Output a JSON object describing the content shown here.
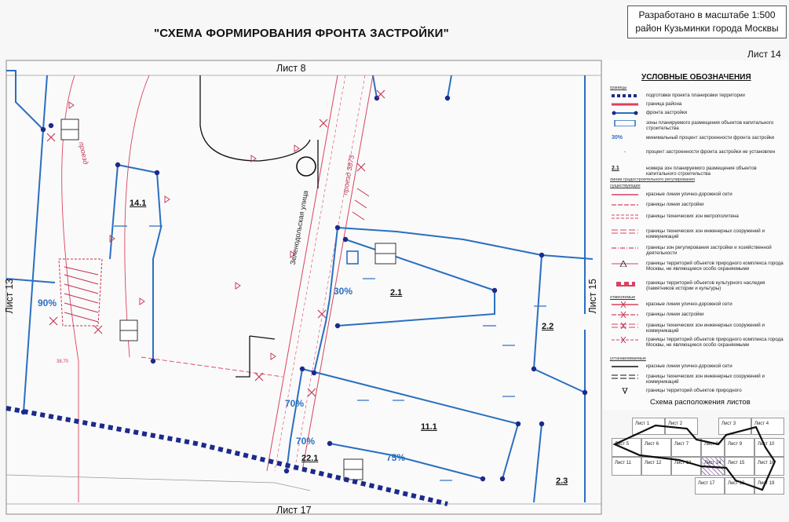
{
  "header": {
    "title": "\"СХЕМА ФОРМИРОВАНИЯ ФРОНТА ЗАСТРОЙКИ\"",
    "stamp_line1": "Разработано в масштабе 1:500",
    "stamp_line2": "район Кузьминки города Москвы",
    "sheet": "Лист 14"
  },
  "edges": {
    "top": "Лист 8",
    "bottom": "Лист 17",
    "left": "Лист 13",
    "right": "Лист 15"
  },
  "map": {
    "zones": [
      "14.1",
      "2.1",
      "2.2",
      "11.1",
      "22.1",
      "2.3"
    ],
    "percents": [
      "90%",
      "30%",
      "70%",
      "70%",
      "75%"
    ],
    "street": "Зеленодольская улица",
    "passage": "проезд 3873",
    "left_road": "проезд",
    "dimension": "38.70"
  },
  "legend": {
    "title": "УСЛОВНЫЕ ОБОЗНАЧЕНИЯ",
    "group1": "границы",
    "group2": "линии градостроительного регулирования",
    "group3": "существующие",
    "group4": "отменяемые",
    "group5": "устанавливаемые",
    "items": [
      "подготовки проекта планировки территории",
      "граница района",
      "фронта застройки",
      "зоны планируемого размещения объектов капитального строительства",
      "минимальный процент застроенности фронта застройки",
      "процент застроенности фронта застройки не установлен",
      "номера зон планируемого размещения объектов капитального строительства",
      "красные линии улично-дорожной сети",
      "границы линии застройки",
      "границы технических зон метрополитена",
      "границы технических зон инженерных сооружений и коммуникаций",
      "границы зон регулирования застройки и хозяйственной деятельности",
      "границы территорий объектов природного комплекса города Москвы, не являющиеся особо охраняемыми",
      "границы территорий объектов культурного наследия (памятников истории и культуры)",
      "красные линии улично-дорожной сети",
      "границы линии застройки",
      "границы технических зон инженерных сооружений и коммуникаций",
      "границы территорий объектов природного комплекса города Москвы, не являющиеся особо охраняемыми",
      "красные линии улично-дорожной сети",
      "границы технических зон инженерных сооружений и коммуникаций",
      "границы территорий объектов природного"
    ],
    "sample_pct": "30%",
    "sample_dash": "-",
    "sample_zone": "2.1"
  },
  "schema": {
    "title": "Схема расположения листов",
    "cells": [
      "Лист 1",
      "Лист 2",
      "Лист 3",
      "Лист 4",
      "Лист 5",
      "Лист 6",
      "Лист 7",
      "Лист 8",
      "Лист 9",
      "Лист 10",
      "Лист 11",
      "Лист 12",
      "Лист 13",
      "Лист 14",
      "Лист 15",
      "Лист 16",
      "Лист 17",
      "Лист 18",
      "Лист 19"
    ]
  },
  "colors": {
    "red_line": "#d9435e",
    "blue_front": "#2a6fc0",
    "boundary": "#1c2a8c"
  }
}
